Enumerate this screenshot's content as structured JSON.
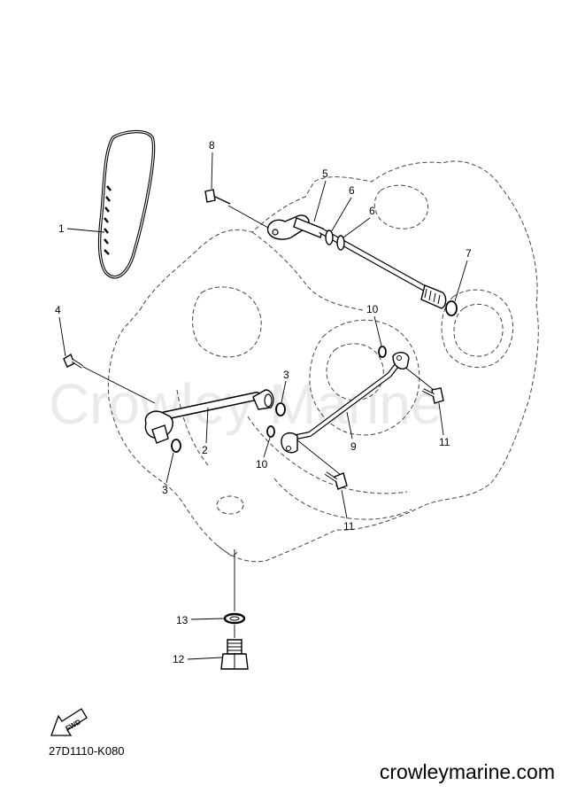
{
  "watermark": "Crowley Marine",
  "drawing_number": "27D1110-K080",
  "site_url": "crowleymarine.com",
  "fwd_label": "FWD",
  "callouts": {
    "c1": "1",
    "c2": "2",
    "c3a": "3",
    "c3b": "3",
    "c4": "4",
    "c5": "5",
    "c6a": "6",
    "c6b": "6",
    "c7": "7",
    "c8": "8",
    "c9": "9",
    "c10a": "10",
    "c10b": "10",
    "c11a": "11",
    "c11b": "11",
    "c12": "12",
    "c13": "13"
  }
}
